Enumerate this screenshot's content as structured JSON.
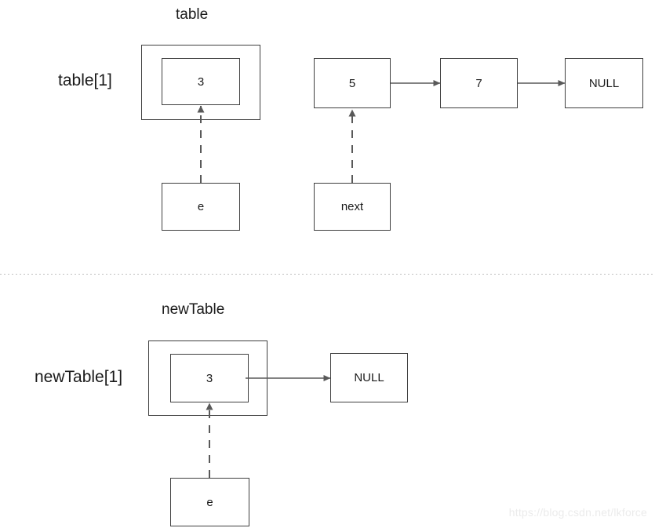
{
  "diagram": {
    "title_top": "table",
    "title_bottom": "newTable",
    "slot_label_top": "table[1]",
    "slot_label_bottom": "newTable[1]",
    "watermark": "https://blog.csdn.net/lkforce",
    "colors": {
      "box_border": "#3f3f3f",
      "arrow": "#595959",
      "dashed_arrow": "#595959",
      "divider": "#bfbfbf",
      "text": "#1a1a1a",
      "watermark": "#ebebeb",
      "background": "#ffffff"
    },
    "top_section": {
      "bucket_outer_label": "",
      "bucket_value": "3",
      "pointer_box_label": "e",
      "list_nodes": [
        "5",
        "7",
        "NULL"
      ],
      "next_pointer_label": "next"
    },
    "bottom_section": {
      "bucket_value": "3",
      "pointer_box_label": "e",
      "tail_node": "NULL"
    }
  }
}
